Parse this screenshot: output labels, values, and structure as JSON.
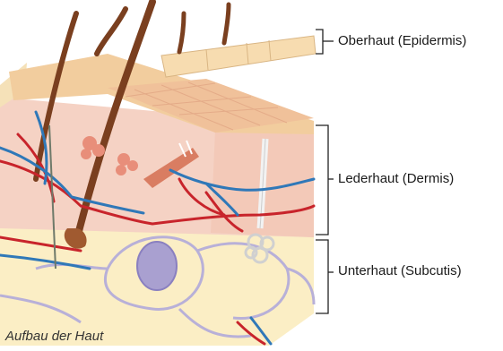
{
  "labels": {
    "epidermis": "Oberhaut (Epidermis)",
    "dermis": "Lederhaut (Dermis)",
    "subcutis": "Unterhaut (Subcutis)"
  },
  "caption": "Aufbau der Haut",
  "colors": {
    "epidermis": "#f2cd9e",
    "epidermis_top": "#f4d9b0",
    "dermis": "#f5d2c4",
    "subcutis": "#fbeec5",
    "hair": "#7a3f1f",
    "artery": "#c8242b",
    "vein": "#2f78b8",
    "fat_outline": "#b8b0d8",
    "bracket": "#222222"
  }
}
